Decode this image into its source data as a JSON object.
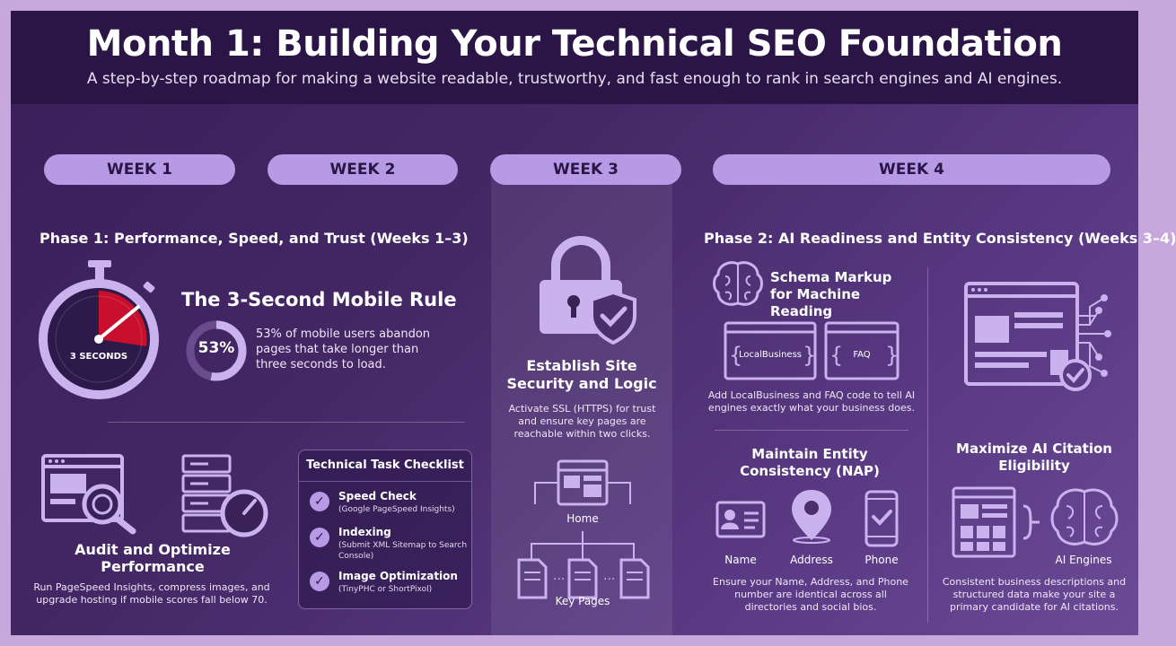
{
  "header": {
    "title": "Month 1: Building Your Technical SEO Foundation",
    "subtitle": "A step-by-step roadmap for making a website readable, trustworthy, and fast enough to rank in search engines and AI engines."
  },
  "weeks": [
    "WEEK 1",
    "WEEK 2",
    "WEEK 3",
    "WEEK 4"
  ],
  "phase1": {
    "title": "Phase 1: Performance, Speed, and Trust (Weeks 1–3)",
    "rule_title": "The 3-Second Mobile Rule",
    "stopwatch_label": "3 SECONDS",
    "stat_value": "53%",
    "stat_fraction": 0.53,
    "stat_text": "53% of mobile users abandon pages that take longer than three seconds to load.",
    "audit_title": "Audit and Optimize Performance",
    "audit_text": "Run PageSpeed Insights, compress images, and upgrade hosting if mobile scores fall below 70."
  },
  "checklist": {
    "title": "Technical Task Checklist",
    "items": [
      {
        "head": "Speed Check",
        "sub": "(Google PageSpeed Insights)"
      },
      {
        "head": "Indexing",
        "sub": "(Submit XML Sitemap to Search Console)"
      },
      {
        "head": "Image Optimization",
        "sub": "(TinyPHC or ShortPixol)"
      }
    ]
  },
  "week3": {
    "title": "Establish Site Security and Logic",
    "text": "Activate SSL (HTTPS) for trust and ensure key pages are reachable within two clicks.",
    "home_label": "Home",
    "key_pages_label": "Key Pages"
  },
  "phase2": {
    "title": "Phase 2: AI Readiness and Entity Consistency (Weeks 3–4)",
    "schema_title": "Schema Markup for Machine Reading",
    "code_local": "LocalBusiness",
    "code_faq": "FAQ",
    "schema_text": "Add LocalBusiness and FAQ code to tell AI engines exactly what your business does.",
    "nap_title": "Maintain Entity Consistency (NAP)",
    "nap_labels": [
      "Name",
      "Address",
      "Phone"
    ],
    "nap_text": "Ensure your Name, Address, and Phone number are identical across all directories and social bios.",
    "citation_title": "Maximize AI Citation Eligibility",
    "ai_label": "AI Engines",
    "citation_text": "Consistent business descriptions and structured data make your site a primary candidate for AI citations."
  },
  "colors": {
    "accent": "#b79ae6",
    "header_bg": "#2a1546",
    "alert_red": "#c8102e",
    "icon_light": "#c9b2ee"
  }
}
